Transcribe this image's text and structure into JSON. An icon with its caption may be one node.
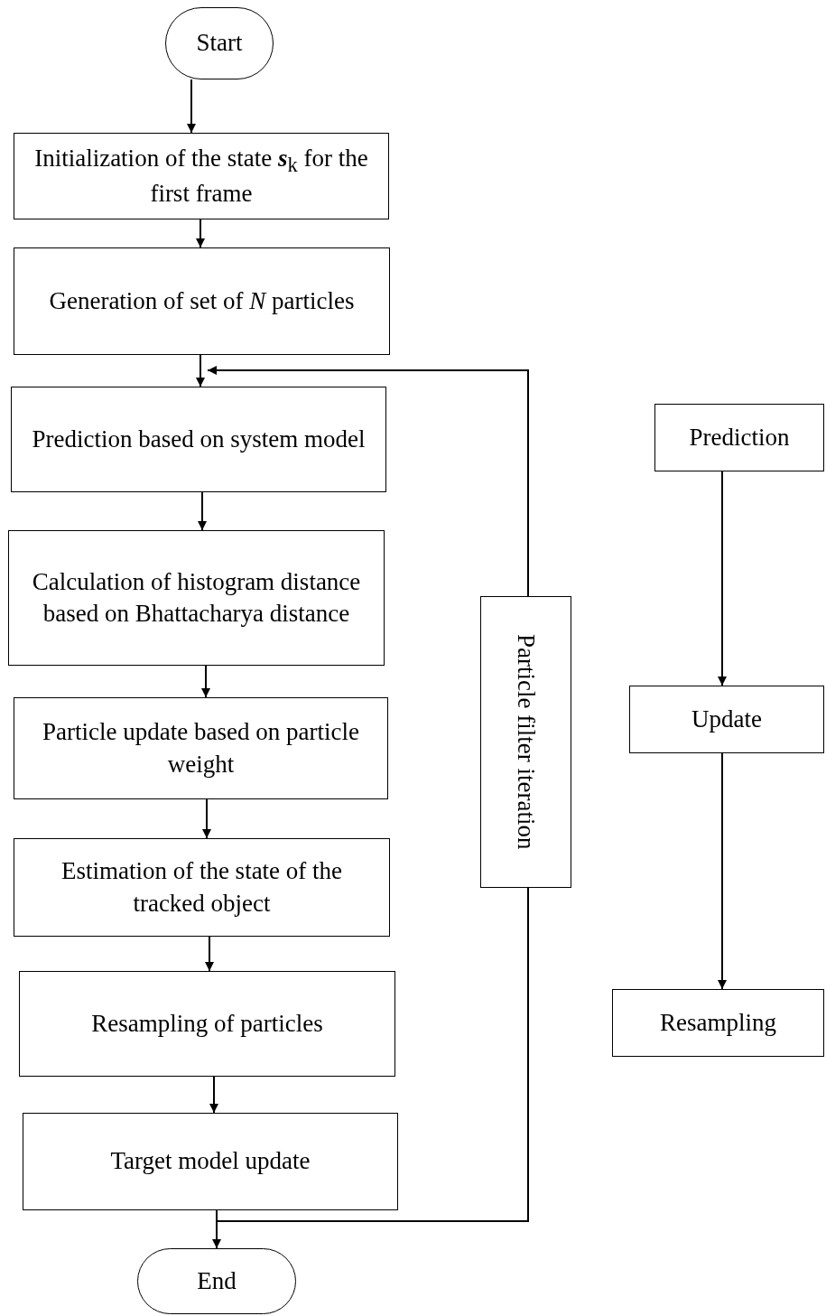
{
  "diagram": {
    "nodes": [
      {
        "text": [
          "Start"
        ]
      },
      {
        "text": [
          "Initialization of the state **s**$_{k}$ for the first frame"
        ]
      },
      {
        "text": [
          "Generation of set of *N* particles"
        ]
      },
      {
        "text": [
          "Prediction based on system model"
        ]
      },
      {
        "text": [
          "Calculation of histogram distance based on Bhattacharya distance"
        ]
      },
      {
        "text": [
          "Particle update based on particle weight"
        ]
      },
      {
        "text": [
          "Estimation of the state of the tracked object"
        ]
      },
      {
        "text": [
          "Resampling of particles"
        ]
      },
      {
        "text": [
          "Target model update"
        ]
      },
      {
        "text": [
          "End"
        ]
      },
      {
        "text": [
          "Particle filter iteration"
        ]
      },
      {
        "text": [
          "Prediction"
        ]
      },
      {
        "text": [
          "Update"
        ]
      },
      {
        "text": [
          "Resampling"
        ]
      }
    ],
    "edges": [
      {
        "from": 0,
        "to": 1,
        "arrow": "to"
      },
      {
        "from": 1,
        "to": 2,
        "arrow": "to"
      },
      {
        "from": 2,
        "to": 3,
        "arrow": "to"
      },
      {
        "from": 3,
        "to": 4,
        "arrow": "to"
      },
      {
        "from": 4,
        "to": 5,
        "arrow": "to"
      },
      {
        "from": 5,
        "to": 6,
        "arrow": "to"
      },
      {
        "from": 6,
        "to": 7,
        "arrow": "to"
      },
      {
        "from": 7,
        "to": 8,
        "arrow": "to"
      },
      {
        "from": 8,
        "to": 9,
        "arrow": "to"
      },
      {
        "from": 8,
        "to": 10,
        "arrow": "none"
      },
      {
        "from": 10,
        "to": 3,
        "arrow": "to"
      },
      {
        "from": 11,
        "to": 12,
        "arrow": "to"
      },
      {
        "from": 12,
        "to": 13,
        "arrow": "to"
      }
    ]
  }
}
